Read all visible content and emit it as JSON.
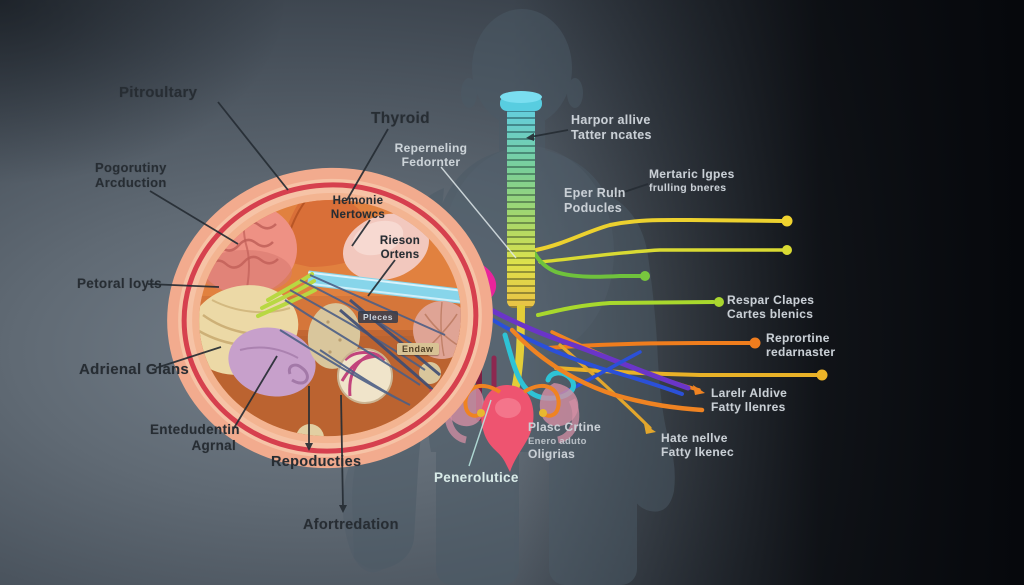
{
  "labels": {
    "pituitary": {
      "lines": [
        "Pitroultary"
      ]
    },
    "pogorutiny": {
      "lines": [
        "Pogorutiny",
        "Arcduction"
      ]
    },
    "petoral": {
      "lines": [
        "Petoral loyts"
      ]
    },
    "adrienal": {
      "lines": [
        "Adrienal Glans"
      ]
    },
    "entedudentin": {
      "lines": [
        "Entedudentin",
        "Agrnal"
      ]
    },
    "repoducties": {
      "lines": [
        "Repoducties"
      ]
    },
    "afortredation": {
      "lines": [
        "Afortredation"
      ]
    },
    "thyroid": {
      "lines": [
        "Thyroid"
      ]
    },
    "hemonie": {
      "lines": [
        "Hemonie",
        "Nertowcs"
      ]
    },
    "rieson": {
      "lines": [
        "Rieson",
        "Ortens"
      ]
    },
    "reperneling": {
      "lines": [
        "Reperneling",
        "Fedornter"
      ]
    },
    "harpor": {
      "lines": [
        "Harpor allive",
        "Tatter ncates"
      ]
    },
    "eper": {
      "lines": [
        "Eper Ruln",
        "Poducles"
      ]
    },
    "mertaric": {
      "lines": [
        "Mertaric lgpes",
        "frulling bneres"
      ]
    },
    "respar": {
      "lines": [
        "Respar Clapes",
        "Cartes blenics"
      ]
    },
    "reprortine": {
      "lines": [
        "Reprortine",
        "redarnaster"
      ]
    },
    "larelr": {
      "lines": [
        "Larelr Aldive",
        "Fatty llenres"
      ]
    },
    "hate": {
      "lines": [
        "Hate nellve",
        "Fatty lkenec"
      ]
    },
    "plasc": {
      "lines": [
        "Plasc Crtine",
        "Enero aduto",
        "Oligrias"
      ]
    },
    "penerolutice": {
      "lines": [
        "Penerolutice"
      ]
    },
    "tag_pleces": {
      "lines": [
        "Pleces"
      ]
    },
    "tag_endaw": {
      "lines": [
        "Endaw"
      ]
    }
  },
  "palette": {
    "bg_left": "#737e89",
    "bg_right_dark": "#06080c",
    "silhouette": "#4b5a66",
    "dome_ring": "#f2ab8e",
    "dome_stripe": "#d6404e",
    "dome_interior": "#e1813f",
    "spine_top": "#55cadf",
    "spine_mid": "#9ed45f",
    "spine_bottom": "#e8bc35",
    "leader_yellow": "#f0d32f",
    "leader_yellowgreen": "#d9da33",
    "leader_green": "#78c63e",
    "leader_lime": "#aad62f",
    "leader_orange": "#f07d1e",
    "leader_amber": "#ecb428",
    "uterus_red": "#ee5470",
    "label_dark": "#272d33",
    "label_light": "#c9cfd5"
  }
}
